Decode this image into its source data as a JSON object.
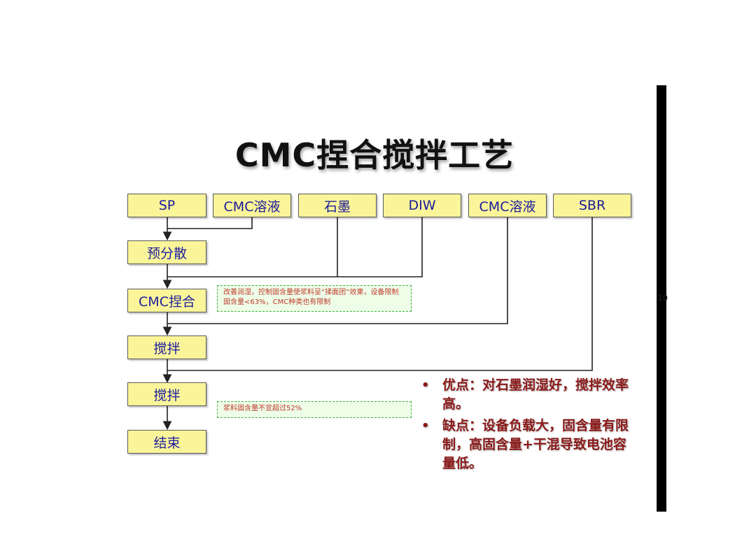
{
  "slide": {
    "title": "CMC捏合搅拌工艺",
    "page_number": "10"
  },
  "inputs": [
    "SP",
    "CMC溶液",
    "石墨",
    "DIW",
    "CMC溶液",
    "SBR"
  ],
  "steps": [
    "预分散",
    "CMC捏合",
    "搅拌",
    "搅拌",
    "结束"
  ],
  "notes": {
    "kneading_note": "改善润湿，控制固含量使浆料呈“揉面团”效果，设备限制固含量<63%，CMC种类也有限制",
    "solid_content_note": "浆料固含量不宜超过52%"
  },
  "bullets": [
    "优点：对石墨润湿好，搅拌效率高。",
    "缺点：设备负载大，固含量有限制，高固含量+干混导致电池容量低。"
  ],
  "colors": {
    "box_fill": "#fbf59a",
    "box_text": "#1f1f9e",
    "note_fill": "#eefde8",
    "note_border": "#3fb33f",
    "note_text": "#c0392b",
    "bullet_text": "#8b1a1a"
  }
}
